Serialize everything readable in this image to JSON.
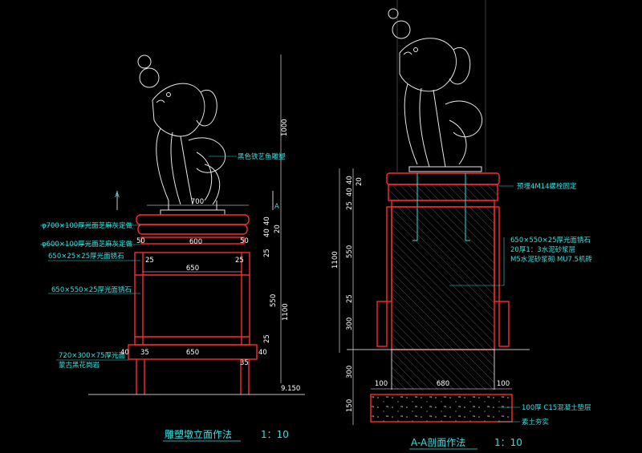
{
  "elevation_view": {
    "title": "雕塑墩立面作法",
    "scale": "1：10",
    "section_marker": "A",
    "dims_horizontal": [
      "700",
      "600",
      "650",
      "650",
      "50",
      "50",
      "25",
      "25",
      "40",
      "40",
      "35",
      "35"
    ],
    "dims_vertical": [
      "1000",
      "40",
      "40",
      "20",
      "25",
      "550",
      "1100",
      "25"
    ],
    "elevation_mark": "9.150",
    "callouts": [
      "黑色铁艺鱼雕塑",
      "φ700×100厚光面芝麻灰定做",
      "φ600×100厚光面芝麻灰定做",
      "650×25×25厚光面锈石",
      "650×550×25厚光面锈石",
      "720×300×75厚光面",
      "蒙古黑花岗岩"
    ]
  },
  "section_view": {
    "title": "A-A剖面作法",
    "scale": "1：10",
    "dims_horizontal": [
      "680",
      "100",
      "100"
    ],
    "dims_vertical": [
      "20",
      "40",
      "40",
      "25",
      "550",
      "1100",
      "25",
      "300",
      "300",
      "150"
    ],
    "callouts": [
      "预埋4M14螺栓固定",
      "650×550×25厚光面锈石",
      "20厚1：3水泥砂浆层",
      "M5水泥砂浆砌 MU7.5机砖",
      "100厚 C15混凝土垫层",
      "素土夯实"
    ]
  },
  "colors": {
    "background": "#000000",
    "outline_red": "#ff2a2a",
    "annotation_cyan": "#35e0e0",
    "line_white": "#ffffff",
    "hatch": "#8a8a8a"
  }
}
